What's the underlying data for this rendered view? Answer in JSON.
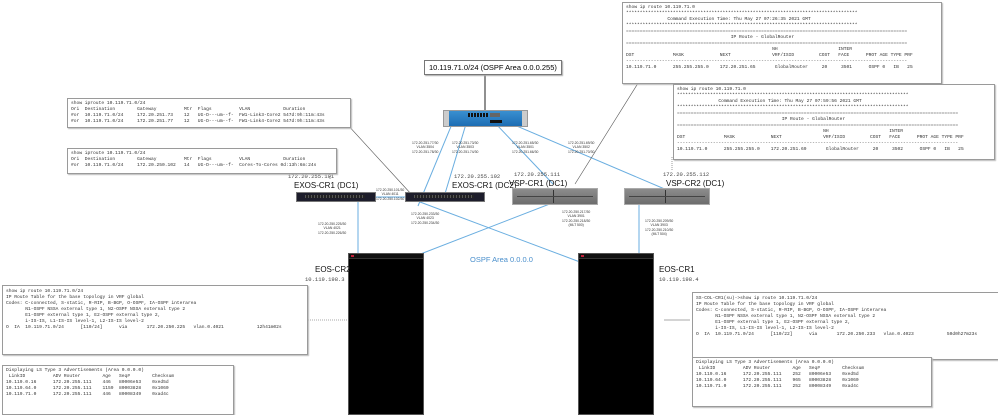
{
  "network_box": {
    "label": "10.119.71.0/24 (OSPF Area 0.0.0.255)"
  },
  "ospf_area_label": "OSPF Area 0.0.0.0",
  "devices": {
    "firewall": {
      "name": ""
    },
    "exos_cr1_dc1": {
      "name": "EXOS-CR1 (DC1)",
      "ip": "172.20.255.101"
    },
    "exos_cr1_dc2": {
      "name": "EXOS-CR1 (DC2)",
      "ip": "172.20.255.102"
    },
    "vsp_cr1_dc1": {
      "name": "VSP-CR1 (DC1)",
      "ip": "172.20.255.111"
    },
    "vsp_cr2_dc1": {
      "name": "VSP-CR2 (DC1)",
      "ip": "172.20.255.112"
    },
    "eos_cr2": {
      "name": "EOS-CR2",
      "ip": "10.119.198.3"
    },
    "eos_cr1": {
      "name": "EOS-CR1",
      "ip": "10.119.198.4"
    }
  },
  "links": {
    "fw_exos1": [
      "172.20.251.77/30",
      "VLAN 3504",
      "172.20.251.78/30"
    ],
    "fw_exos2": [
      "172.20.251.73/30",
      "VLAN 3503",
      "172.20.251.74/30"
    ],
    "fw_vsp1": [
      "172.20.251.65/30",
      "VLAN 3501",
      "172.20.251.66/30"
    ],
    "fw_vsp2": [
      "172.20.251.69/30",
      "VLAN 3502",
      "172.20.251.70/30"
    ],
    "exos_exos": [
      "172.20.250.101/30",
      "VLAN 4011",
      "172.20.250.102/30"
    ],
    "exos1_eos2": [
      "172.20.250.225/30",
      "VLAN 4021",
      "172.20.250.226/30"
    ],
    "exos2_eos1": [
      "172.20.250.233/30",
      "VLAN 4023",
      "172.20.250.234/30"
    ],
    "vsp1_eos2": [
      "172.20.250.217/30",
      "VLAN 3901",
      "172.20.250.218/30",
      "(MLT 500)"
    ],
    "vsp2_eos1": [
      "172.20.250.209/30",
      "VLAN 3903",
      "172.20.250.210/30",
      "(MLT 504)"
    ]
  },
  "terminals": {
    "vsp1_route": [
      "show ip route 10.119.71.0",
      "************************************************************************************",
      "               Command Execution Time: Thu May 27 07:26:35 2021 GMT",
      "************************************************************************************",
      "======================================================================================================",
      "                                      IP Route - GlobalRouter",
      "======================================================================================================",
      "                                                     NH                      INTER",
      "DST              MASK             NEXT               VRF/ISID         COST   FACE      PROT AGE TYPE PRF",
      "------------------------------------------------------------------------------------------------------",
      "10.119.71.0      255.255.255.0    172.20.251.65       GlobalRouter     20     3501      OSPF 0   IB   25"
    ],
    "vsp2_route": [
      "show ip route 10.119.71.0",
      "************************************************************************************",
      "               Command Execution Time: Thu May 27 07:59:56 2021 GMT",
      "************************************************************************************",
      "======================================================================================================",
      "                                      IP Route - GlobalRouter",
      "======================================================================================================",
      "                                                     NH                      INTER",
      "DST              MASK             NEXT               VRF/ISID         COST   FACE      PROT AGE TYPE PRF",
      "------------------------------------------------------------------------------------------------------",
      "10.119.71.0      255.255.255.0    172.20.251.69       GlobalRouter     20     3502      OSPF 0   IB   25"
    ],
    "exos2_route": [
      "show iproute 10.119.71.0/24",
      "Ori  Destination        Gateway          Mtr  Flags          VLAN            Duration",
      "#or  10.119.71.0/24     172.20.251.73    12   UG-D---um--f-  FW1-Link3-Core2 547d:9h:11m:43s",
      "#or  10.119.71.0/24     172.20.251.77    12   UG-D---um--f-  FW1-Link4-Core2 547d:9h:11m:43s"
    ],
    "exos1_route": [
      "show iproute 10.119.71.0/24",
      "Ori  Destination        Gateway          Mtr  Flags          VLAN            Duration",
      "#or  10.119.71.0/24     172.20.250.102   14   UG-D---um--f-  Cores-To-Cores 0d:13h:6m:24s"
    ],
    "eos2_route": [
      "show ip route 10.119.71.0/24",
      "",
      "IP Route Table for the base topology in VRF global",
      "Codes: C-connected, S-static, R-RIP, B-BGP, O-OSPF, IA-OSPF interarea",
      "       N1-OSPF NSSA external type 1, N2-OSPF NSSA external type 2",
      "       E1-OSPF external type 1, E2-OSPF external type 2,",
      "       i-IS-IS, L1-IS-IS level-1, L2-IS-IS level-2",
      "",
      "O  IA  10.119.71.0/24      [110/24]      via       172.20.250.225   vlan.0.4021            12h41m02s"
    ],
    "eos1_route": [
      "SS-COL-CR1(su)->show ip route 10.119.71.0/24",
      "",
      "IP Route Table for the base topology in VRF global",
      "Codes: C-connected, S-static, R-RIP, B-BGP, O-OSPF, IA-OSPF interarea",
      "       N1-OSPF NSSA external type 1, N2-OSPF NSSA external type 2",
      "       E1-OSPF external type 1, E2-OSPF external type 2,",
      "       i-IS-IS, L1-IS-IS level-1, L2-IS-IS level-2",
      "",
      "O  IA  10.119.71.0/24      [110/22]      via       172.20.250.233   vlan.0.4023            50d0h27m23s"
    ],
    "eos2_lsa": [
      "Displaying LS Type 3 Advertisements (Area 0.0.0.0)",
      "",
      " LinkID          ADV Router        Age   Seq#        Checksum",
      "",
      "10.119.0.16      172.20.255.111    446   80006e53    0xed5d",
      "10.119.64.0      172.20.255.111    1159  80003828    0x1060",
      "10.119.71.0      172.20.255.111    446   80008349    0xad4c"
    ],
    "eos1_lsa": [
      "Displaying LS Type 3 Advertisements (Area 0.0.0.0)",
      "",
      " LinkID          ADV Router        Age   Seq#        Checksum",
      "",
      "10.119.0.16      172.20.255.111    252   80006e53    0xed5d",
      "10.119.64.0      172.20.255.111    965   80003828    0x1060",
      "10.119.71.0      172.20.255.111    252   80008349    0xad4c"
    ]
  },
  "colors": {
    "link": "#6aaee0",
    "callout": "#555555",
    "area": "#4a8fcc",
    "eos_logo": "#c4203a"
  }
}
